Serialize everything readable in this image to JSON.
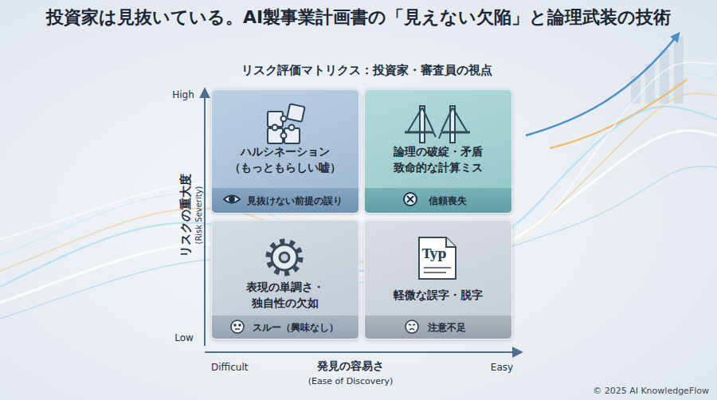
{
  "diagram": {
    "title": "投資家は見抜いている。AI製事業計画書の「見えない欠陥」と論理武装の技術",
    "nodes": [
      {
        "text": [
          "ハルシネーション （もっともらしい嘘）"
        ]
      },
      {
        "text": [
          "見抜けない前提の誤り"
        ],
        "in": 0
      },
      {
        "text": [
          "論理の破綻・矛盾 致命的な計算ミス"
        ]
      },
      {
        "text": [
          "信頼喪失"
        ],
        "in": 2
      },
      {
        "text": [
          "表現の単調さ・ 独自性の欠如"
        ]
      },
      {
        "text": [
          "スルー（興味なし）"
        ],
        "in": 4
      },
      {
        "text": [
          "軽微な誤字・脱字"
        ]
      },
      {
        "text": [
          "注意不足"
        ],
        "in": 6
      }
    ],
    "labels": [
      "リスク評価マトリクス：投資家・審査員の視点",
      "High",
      "Low",
      "リスクの重大度",
      "(Risk Severity)",
      "Difficult",
      "発見の容易さ",
      "(Ease of Discovery)",
      "Easy",
      "Typ",
      "© 2025 AI KnowledgeFlow"
    ]
  }
}
